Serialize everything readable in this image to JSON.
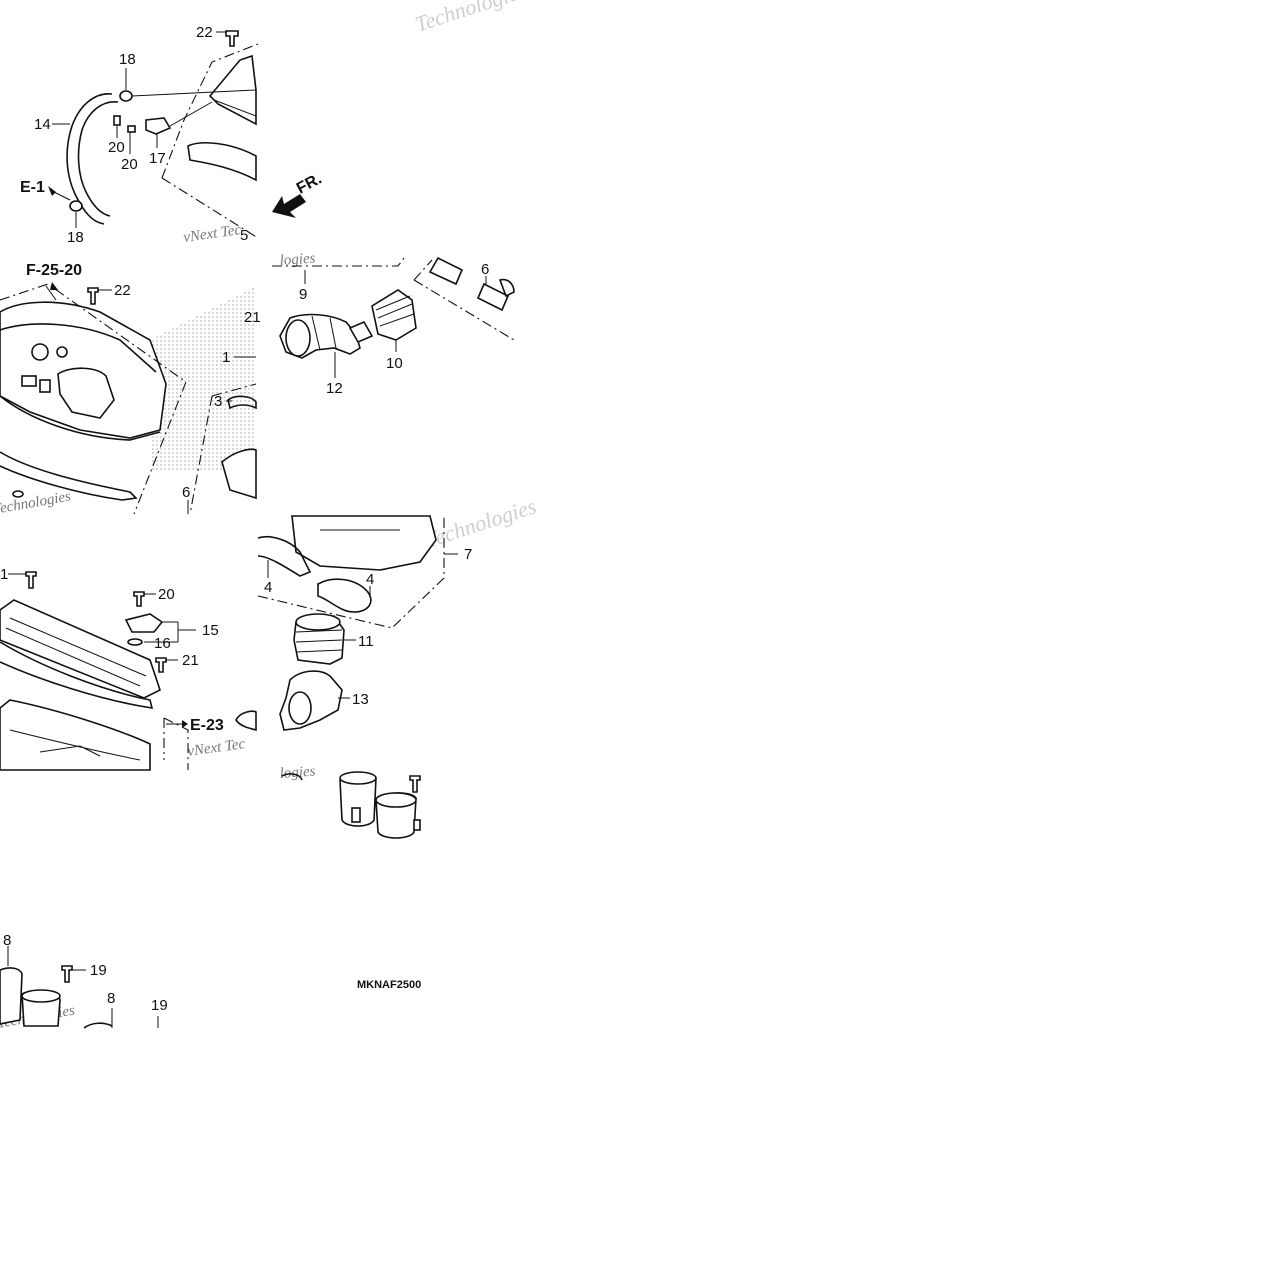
{
  "diagram_code": "MKNAF2500",
  "callouts": {
    "c22a": "22",
    "c18a": "18",
    "c14": "14",
    "c20a": "20",
    "c20b": "20",
    "c17": "17",
    "c18b": "18",
    "c5": "5",
    "c22b": "22",
    "c21a": "21",
    "c1": "1",
    "c3": "3",
    "c6a": "6",
    "c9": "9",
    "c6b": "6",
    "c12": "12",
    "c10": "10",
    "c7": "7",
    "c4a": "4",
    "c4b": "4",
    "c11": "11",
    "c13": "13",
    "c21b": "1",
    "c20c": "20",
    "c15": "15",
    "c16": "16",
    "c21c": "21",
    "c8a": "8",
    "c19a": "19",
    "c8b": "8",
    "c19b": "19"
  },
  "references": {
    "e1": "E-1",
    "f2520": "F-25-20",
    "e23": "E-23"
  },
  "direction_label": "FR.",
  "watermark": {
    "lines": [
      "vNext Technologies",
      "Technologies",
      "vNext Tec",
      "logies"
    ]
  }
}
